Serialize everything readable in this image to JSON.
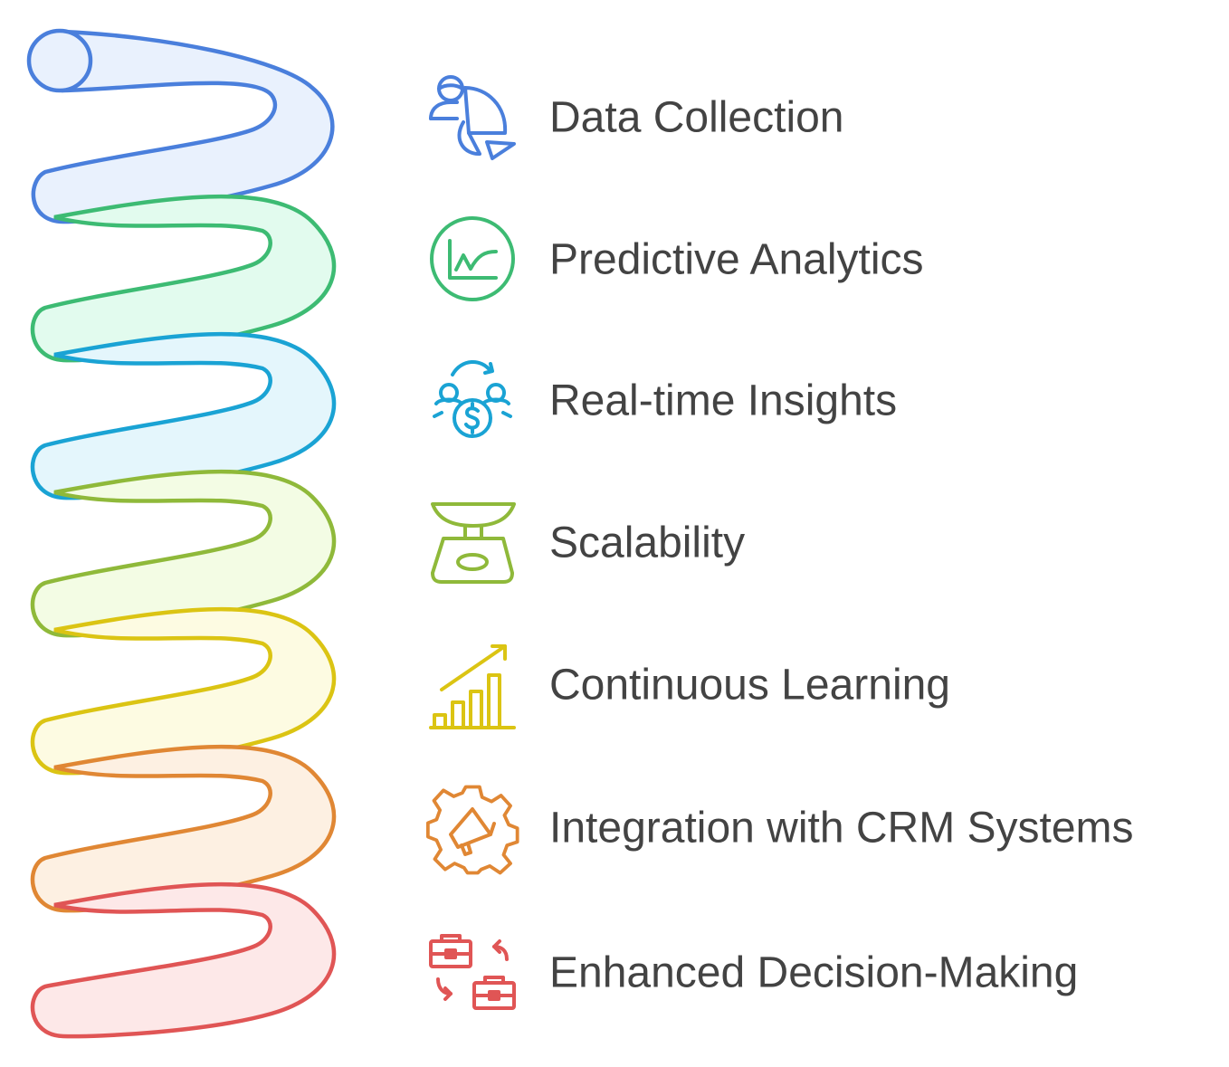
{
  "items": [
    {
      "label": "Data Collection",
      "icon": "user-pie-chart-icon",
      "color": "#4a7fdc",
      "fill": "#e9f1fd"
    },
    {
      "label": "Predictive Analytics",
      "icon": "line-chart-icon",
      "color": "#3dbb73",
      "fill": "#e2fbee"
    },
    {
      "label": "Real-time Insights",
      "icon": "money-cycle-icon",
      "color": "#1aa3d4",
      "fill": "#e4f6fc"
    },
    {
      "label": "Scalability",
      "icon": "scale-icon",
      "color": "#8fb93a",
      "fill": "#f3fce4"
    },
    {
      "label": "Continuous Learning",
      "icon": "growth-bars-icon",
      "color": "#dbc413",
      "fill": "#fdfbe2"
    },
    {
      "label": "Integration with CRM Systems",
      "icon": "gear-megaphone-icon",
      "color": "#e08734",
      "fill": "#fdf0e2"
    },
    {
      "label": "Enhanced Decision-Making",
      "icon": "briefcase-exchange-icon",
      "color": "#e05555",
      "fill": "#fde8e8"
    }
  ]
}
